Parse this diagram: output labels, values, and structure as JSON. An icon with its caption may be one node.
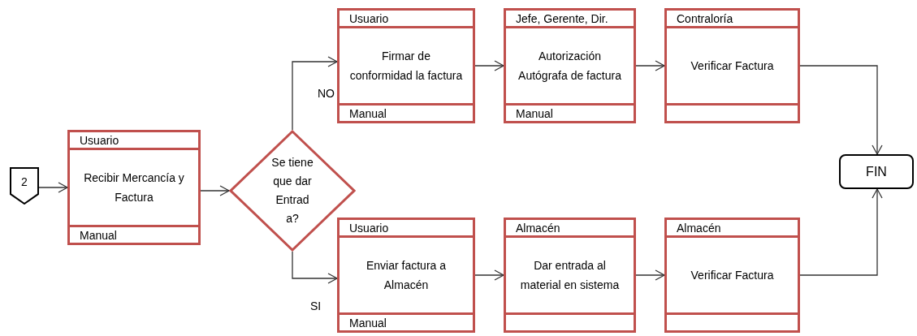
{
  "diagram": {
    "nodes": [
      {
        "text": [
          "2"
        ]
      },
      {
        "text": [
          "Usuario",
          "Recibir Mercancía y Factura",
          "Manual"
        ]
      },
      {
        "text": [
          "Se tiene que dar Entrada?"
        ]
      },
      {
        "text": [
          "Usuario",
          "Firmar de conformidad la factura",
          "Manual"
        ]
      },
      {
        "text": [
          "Jefe, Gerente, Dir.",
          "Autorización Autógrafa de factura",
          "Manual"
        ]
      },
      {
        "text": [
          "Contraloría",
          "Verificar Factura"
        ]
      },
      {
        "text": [
          "Usuario",
          "Enviar factura a Almacén",
          "Manual"
        ]
      },
      {
        "text": [
          "Almacén",
          "Dar entrada al material en sistema"
        ]
      },
      {
        "text": [
          "Almacén",
          "Verificar Factura"
        ]
      },
      {
        "text": [
          "FIN"
        ]
      }
    ],
    "edges": [
      {
        "from": 0,
        "to": 1,
        "arrow": "to"
      },
      {
        "from": 1,
        "to": 2,
        "arrow": "to"
      },
      {
        "from": 2,
        "to": 3,
        "label": "NO",
        "arrow": "to"
      },
      {
        "from": 3,
        "to": 4,
        "arrow": "to"
      },
      {
        "from": 4,
        "to": 5,
        "arrow": "to"
      },
      {
        "from": 5,
        "to": 9,
        "arrow": "to"
      },
      {
        "from": 2,
        "to": 6,
        "label": "SI",
        "arrow": "to"
      },
      {
        "from": 6,
        "to": 7,
        "arrow": "to"
      },
      {
        "from": 7,
        "to": 8,
        "arrow": "to"
      },
      {
        "from": 8,
        "to": 9,
        "arrow": "to"
      }
    ]
  }
}
